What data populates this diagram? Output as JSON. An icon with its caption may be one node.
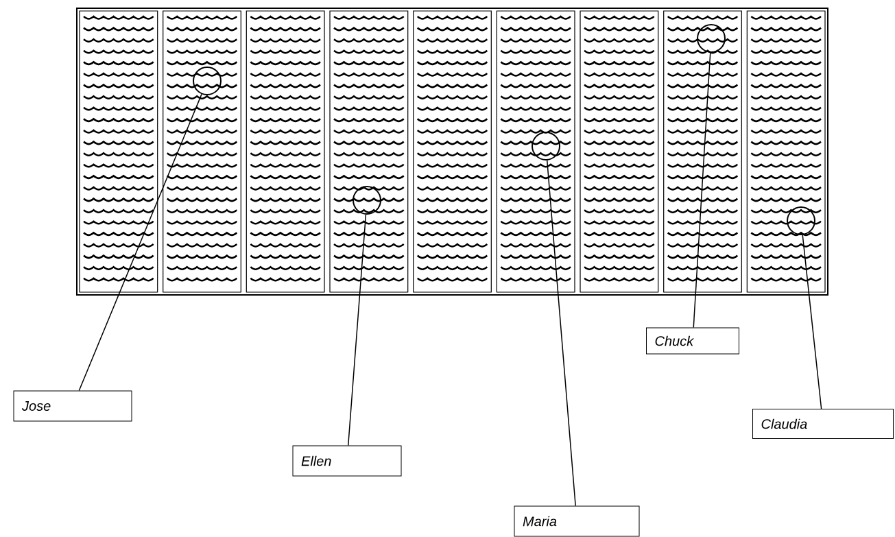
{
  "diagram": {
    "nodes": [
      {
        "text": [],
        "shape": "circle"
      },
      {
        "text": [],
        "shape": "circle"
      },
      {
        "text": [],
        "shape": "circle"
      },
      {
        "text": [],
        "shape": "circle"
      },
      {
        "text": [],
        "shape": "circle"
      },
      {
        "text": [
          "Chuck"
        ]
      },
      {
        "text": [
          "Jose"
        ]
      },
      {
        "text": [
          "Claudia"
        ]
      },
      {
        "text": [
          "Ellen"
        ]
      },
      {
        "text": [
          "Maria"
        ]
      }
    ],
    "edges": [
      {
        "from": 6,
        "to": 0,
        "arrow": "none"
      },
      {
        "from": 8,
        "to": 1,
        "arrow": "none"
      },
      {
        "from": 9,
        "to": 2,
        "arrow": "none"
      },
      {
        "from": 5,
        "to": 3,
        "arrow": "none"
      },
      {
        "from": 7,
        "to": 4,
        "arrow": "none"
      }
    ]
  }
}
